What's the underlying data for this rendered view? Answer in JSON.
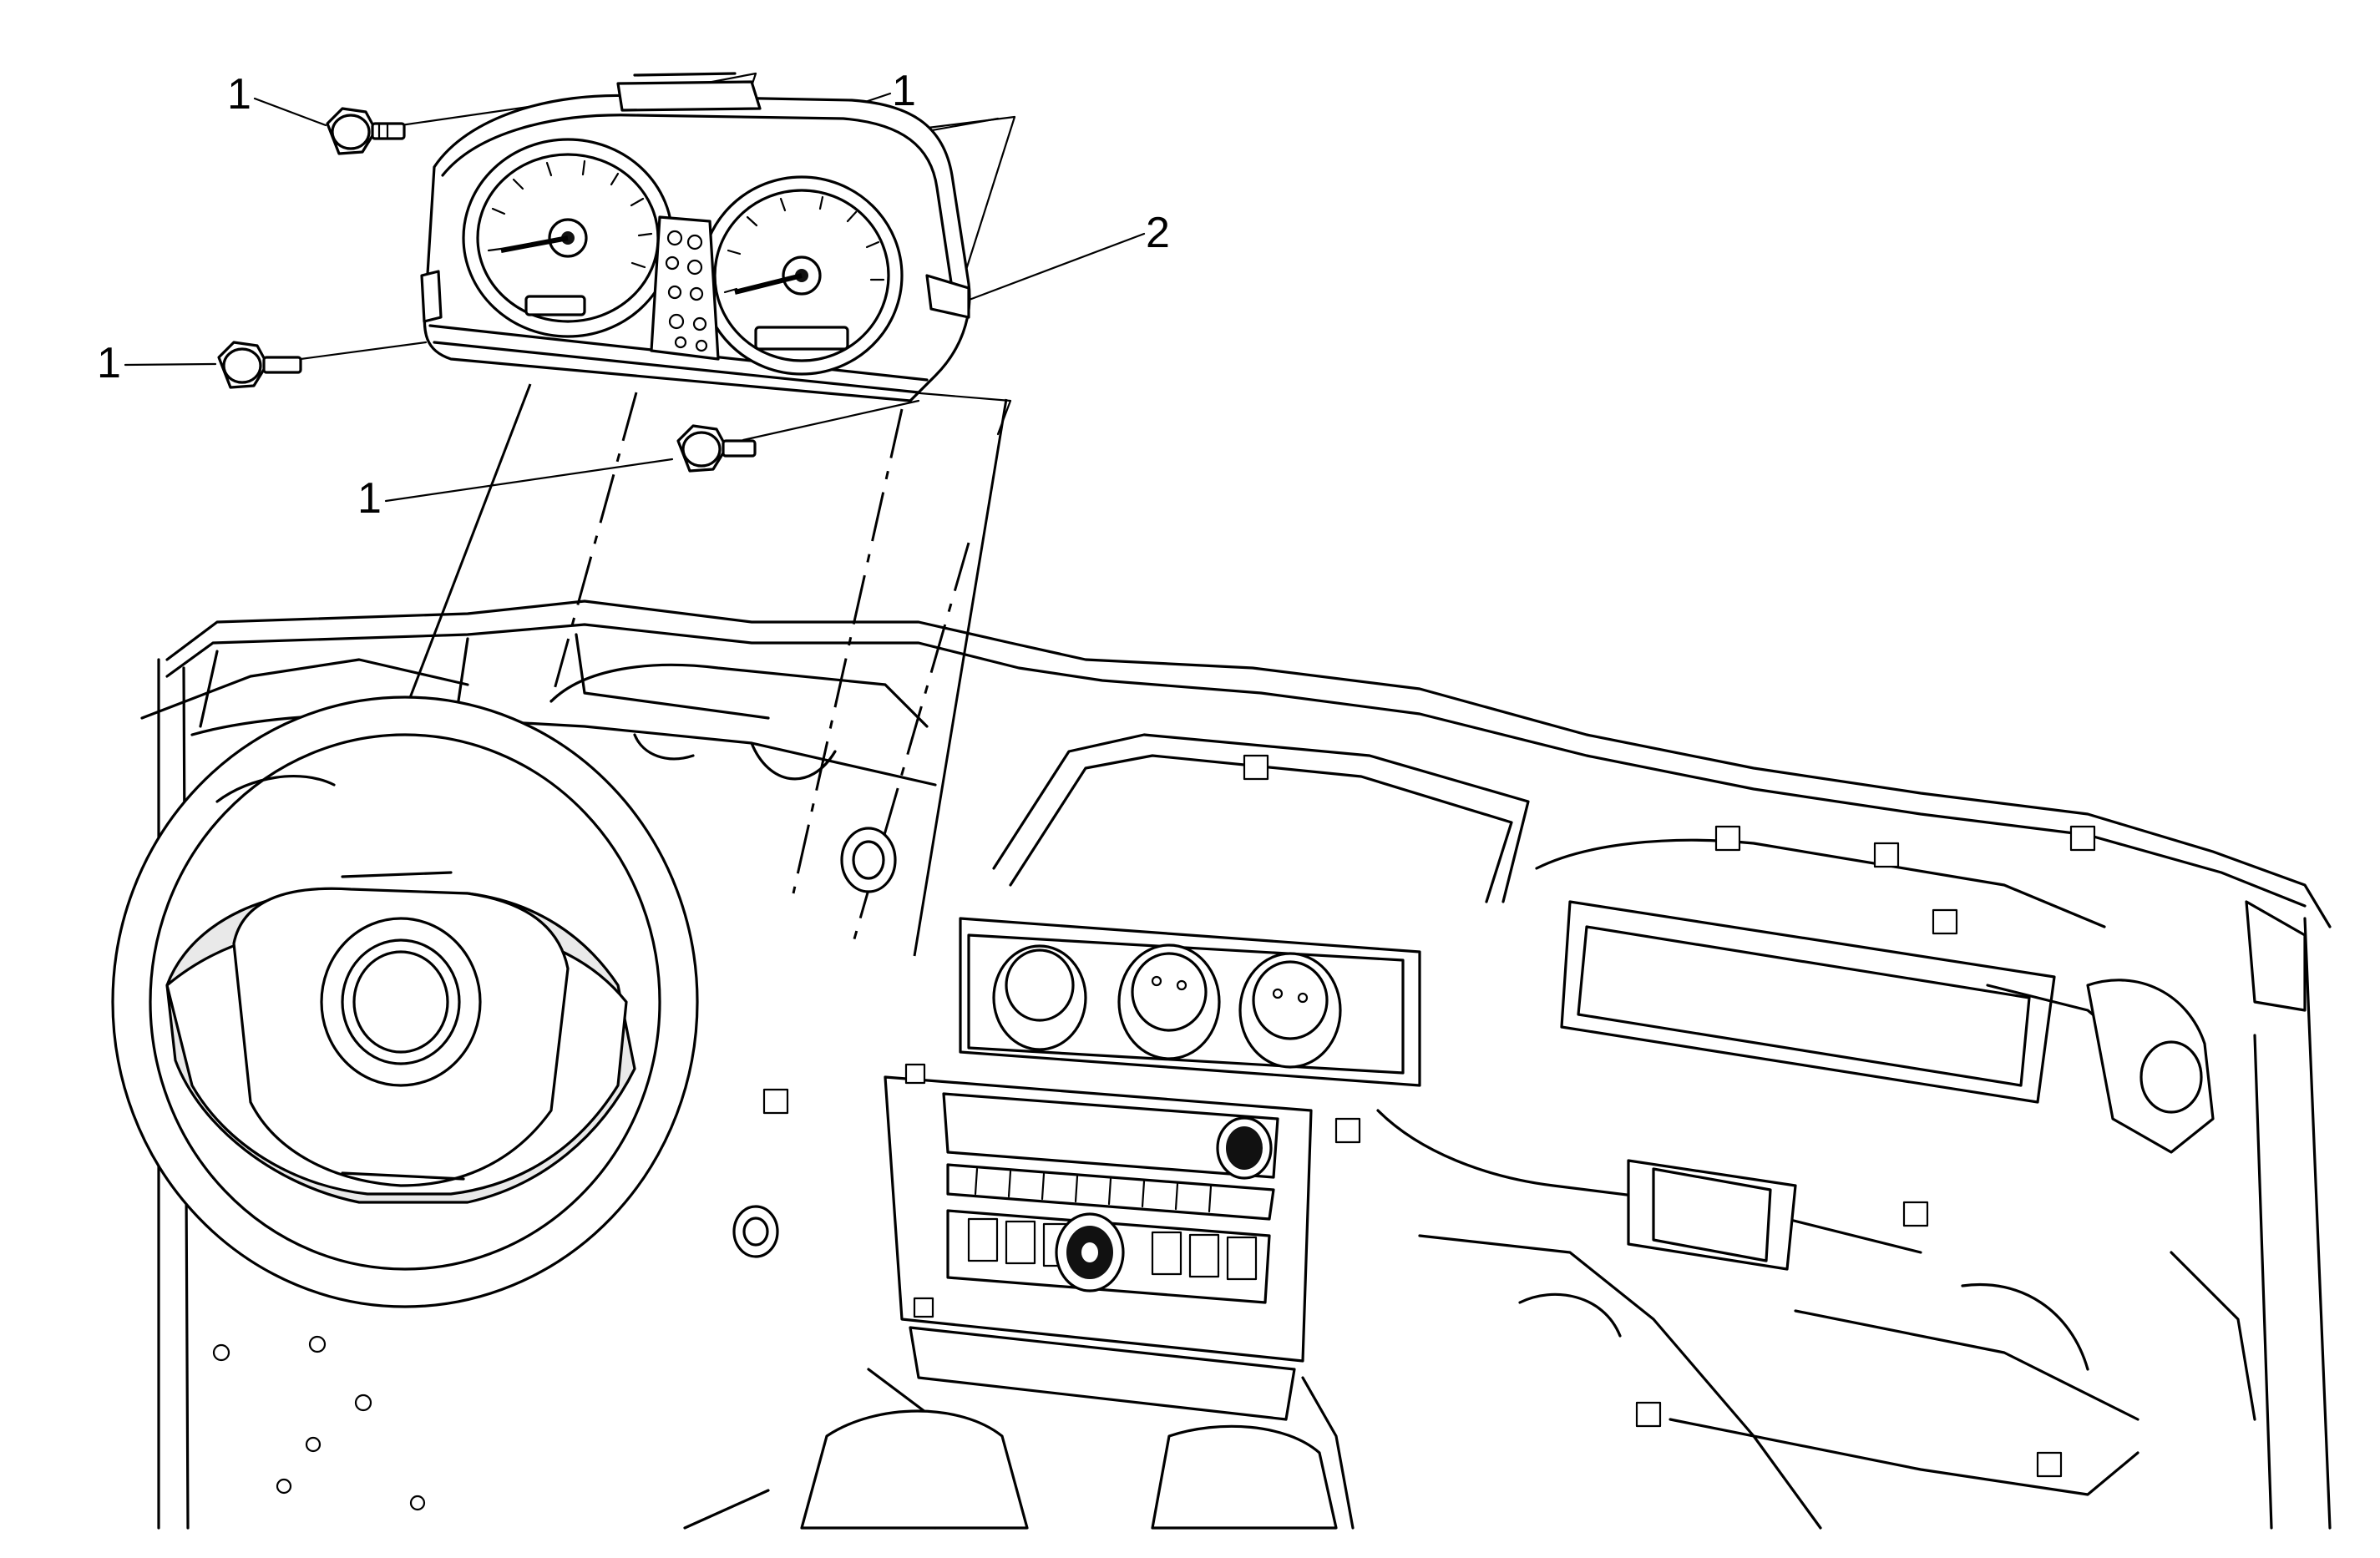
{
  "callouts": {
    "bolt_top_left": "1",
    "bolt_top_center": "1",
    "bolt_left": "1",
    "bolt_lower_center": "1",
    "cluster": "2"
  }
}
